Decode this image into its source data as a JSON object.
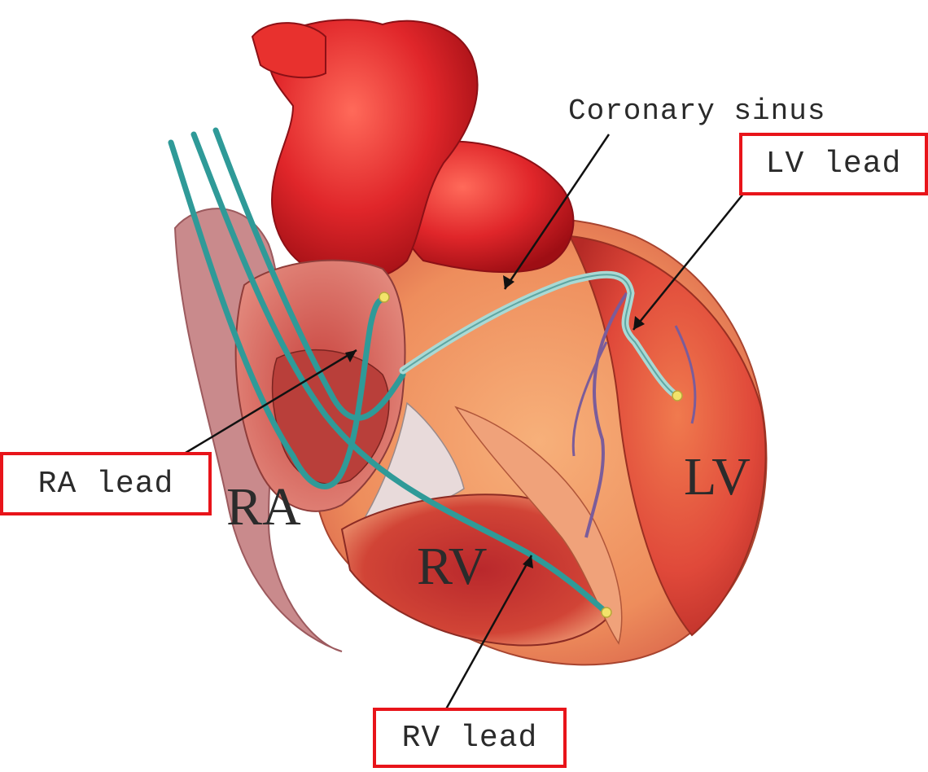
{
  "labels": {
    "coronary_sinus": "Coronary sinus",
    "lv_lead": "LV lead",
    "ra_lead": "RA lead",
    "rv_lead": "RV lead"
  },
  "chambers": {
    "ra": "RA",
    "rv": "RV",
    "lv": "LV"
  },
  "colors": {
    "highlight_box": "#e8141a",
    "lead_wire": "#2f9a98",
    "heart_red": "#d62828",
    "heart_tissue": "#eb8a5e"
  }
}
